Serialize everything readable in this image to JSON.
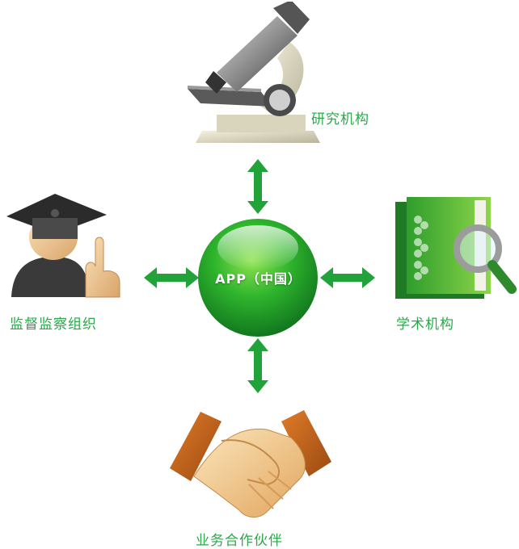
{
  "diagram": {
    "center": {
      "label": "APP（中国）"
    },
    "nodes": [
      {
        "id": "research",
        "label": "研究机构",
        "icon": "microscope-icon"
      },
      {
        "id": "academic",
        "label": "学术机构",
        "icon": "book-magnifier-icon"
      },
      {
        "id": "partners",
        "label": "业务合作伙伴",
        "icon": "handshake-icon"
      },
      {
        "id": "regulators",
        "label": "监督监察组织",
        "icon": "graduate-pointing-icon"
      }
    ],
    "colors": {
      "accent": "#2aa84a",
      "hub": "#1f9a2c",
      "arrow": "#22a33a"
    }
  }
}
